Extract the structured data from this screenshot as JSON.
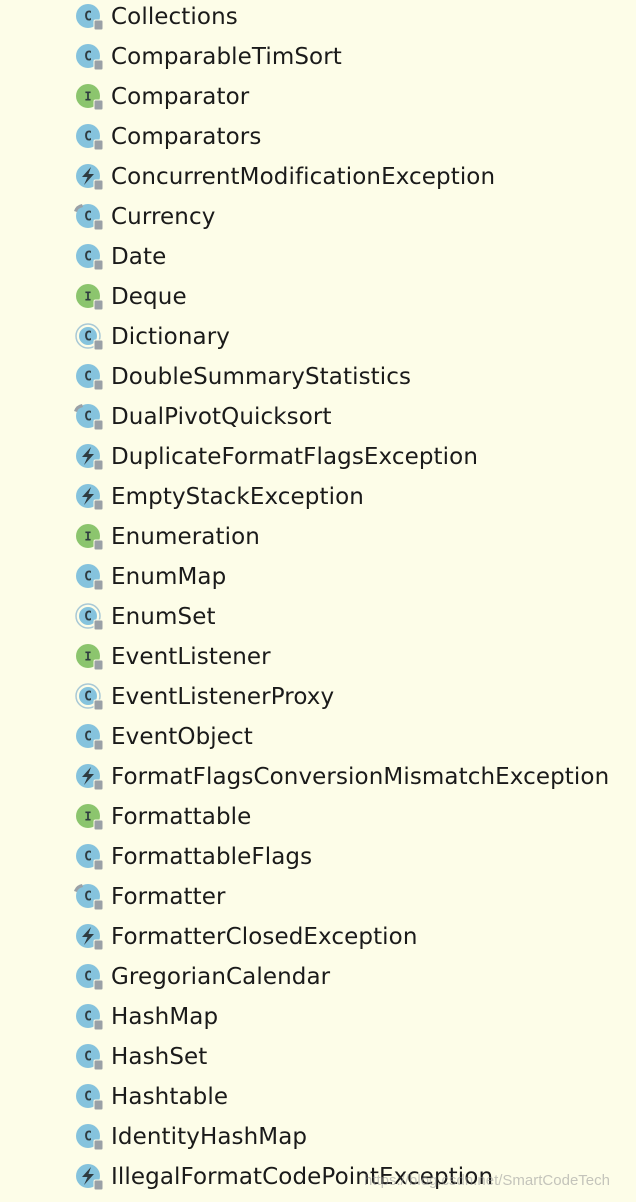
{
  "colors": {
    "background": "#FDFDE8",
    "class_icon": "#85C3DD",
    "interface_icon": "#8CC56E",
    "exception_icon": "#85C3DD",
    "lock_badge": "#9AA0A6",
    "text": "#1A1A1A"
  },
  "classes": [
    {
      "name": "Collections",
      "kind": "class"
    },
    {
      "name": "ComparableTimSort",
      "kind": "class"
    },
    {
      "name": "Comparator",
      "kind": "interface"
    },
    {
      "name": "Comparators",
      "kind": "class"
    },
    {
      "name": "ConcurrentModificationException",
      "kind": "exception"
    },
    {
      "name": "Currency",
      "kind": "final-class"
    },
    {
      "name": "Date",
      "kind": "class"
    },
    {
      "name": "Deque",
      "kind": "interface"
    },
    {
      "name": "Dictionary",
      "kind": "abstract-class"
    },
    {
      "name": "DoubleSummaryStatistics",
      "kind": "class"
    },
    {
      "name": "DualPivotQuicksort",
      "kind": "final-class"
    },
    {
      "name": "DuplicateFormatFlagsException",
      "kind": "exception"
    },
    {
      "name": "EmptyStackException",
      "kind": "exception"
    },
    {
      "name": "Enumeration",
      "kind": "interface"
    },
    {
      "name": "EnumMap",
      "kind": "class"
    },
    {
      "name": "EnumSet",
      "kind": "abstract-class"
    },
    {
      "name": "EventListener",
      "kind": "interface"
    },
    {
      "name": "EventListenerProxy",
      "kind": "abstract-class"
    },
    {
      "name": "EventObject",
      "kind": "class"
    },
    {
      "name": "FormatFlagsConversionMismatchException",
      "kind": "exception"
    },
    {
      "name": "Formattable",
      "kind": "interface"
    },
    {
      "name": "FormattableFlags",
      "kind": "class"
    },
    {
      "name": "Formatter",
      "kind": "final-class"
    },
    {
      "name": "FormatterClosedException",
      "kind": "exception"
    },
    {
      "name": "GregorianCalendar",
      "kind": "class"
    },
    {
      "name": "HashMap",
      "kind": "class"
    },
    {
      "name": "HashSet",
      "kind": "class"
    },
    {
      "name": "Hashtable",
      "kind": "class"
    },
    {
      "name": "IdentityHashMap",
      "kind": "class"
    },
    {
      "name": "IllegalFormatCodePointException",
      "kind": "exception"
    }
  ],
  "watermark": "https://blog.csdn.net/SmartCodeTech"
}
